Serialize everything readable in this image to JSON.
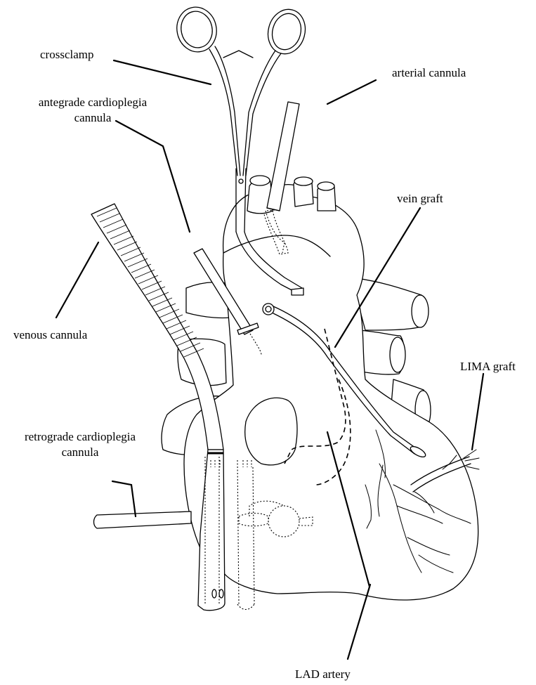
{
  "labels": {
    "crossclamp": "crossclamp",
    "arterial_cannula": "arterial cannula",
    "antegrade_line1": "antegrade cardioplegia",
    "antegrade_line2": "cannula",
    "vein_graft": "vein graft",
    "venous_cannula": "venous cannula",
    "lima_graft": "LIMA graft",
    "retrograde_line1": "retrograde cardioplegia",
    "retrograde_line2": "cannula",
    "lad_artery": "LAD artery"
  }
}
